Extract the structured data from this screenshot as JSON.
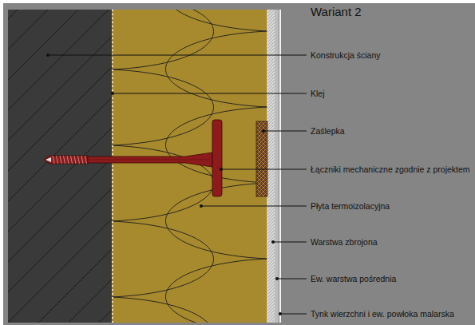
{
  "diagram": {
    "title": "Wariant 2",
    "labels": [
      "Konstrukcja ściany",
      "Klej",
      "Zaślepka",
      "Łączniki mechaniczne zgodnie z projektem",
      "Płyta termoizolacyjna",
      "Warstwa zbrojona",
      "Ew. warstwa pośrednia",
      "Tynk wierzchni i ew. powłoka malarska"
    ]
  }
}
